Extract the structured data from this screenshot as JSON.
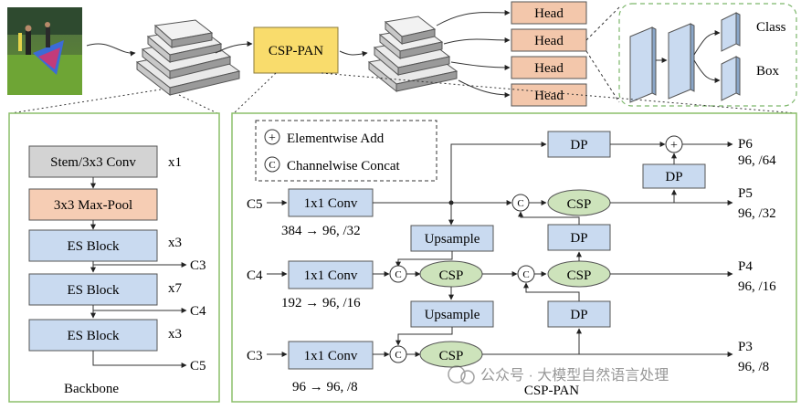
{
  "top": {
    "neck_label": "CSP-PAN",
    "head_labels": [
      "Head",
      "Head",
      "Head",
      "Head"
    ],
    "class_label": "Class",
    "box_label": "Box"
  },
  "backbone": {
    "stem": "Stem/3x3 Conv",
    "stem_mult": "x1",
    "maxpool": "3x3 Max-Pool",
    "es1": "ES Block",
    "es1_mult": "x3",
    "es2": "ES Block",
    "es2_mult": "x7",
    "es3": "ES Block",
    "es3_mult": "x3",
    "out_c3": "C3",
    "out_c4": "C4",
    "out_c5": "C5",
    "caption": "Backbone"
  },
  "neck": {
    "legend": {
      "add": "Elementwise Add",
      "concat": "Channelwise Concat",
      "add_symbol": "+",
      "concat_symbol": "C"
    },
    "in_c5": "C5",
    "in_c4": "C4",
    "in_c3": "C3",
    "conv": "1x1 Conv",
    "conv_c5_dims": "384 → 96, /32",
    "conv_c4_dims": "192 → 96, /16",
    "conv_c3_dims": "96 → 96, /8",
    "upsample": "Upsample",
    "csp": "CSP",
    "dp": "DP",
    "out_p6": "P6",
    "out_p6_dims": "96, /64",
    "out_p5": "P5",
    "out_p5_dims": "96, /32",
    "out_p4": "P4",
    "out_p4_dims": "96, /16",
    "out_p3": "P3",
    "out_p3_dims": "96, /8",
    "caption": "CSP-PAN"
  },
  "watermark": "公众号 · 大模型自然语言处理",
  "colors": {
    "panel_border": "#8cbf6a",
    "conv_box": "#c9daf0",
    "maxpool_box": "#f6cdb4",
    "stem_box": "#d3d3d3",
    "head_box": "#f3c7ab",
    "neck_box": "#f9dc6c",
    "csp_ellipse": "#cde3bb",
    "edge_stroke": "#333333"
  }
}
